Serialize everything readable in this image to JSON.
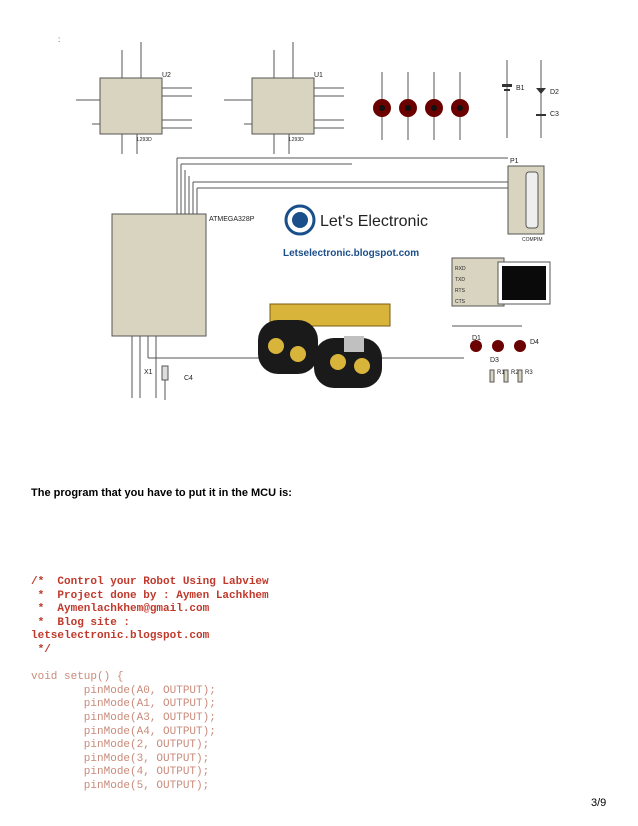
{
  "figure": {
    "chip_u2": "U2",
    "chip_u1": "U1",
    "chip_u2_part": "L293D",
    "chip_u1_part": "L293D",
    "mcu_name": "ATMEGA328P",
    "battery_label": "B1",
    "diode_label": "D2",
    "cap_label": "C3",
    "connector_label": "P1",
    "connector_part": "COMPIM",
    "crystal_label": "X1",
    "cap4_label": "C4",
    "led_labels": [
      "D1",
      "D3",
      "D4"
    ],
    "resistor_labels": [
      "R1",
      "R2",
      "R3"
    ],
    "terminal_labels": [
      "RXD",
      "TXD",
      "RTS",
      "CTS"
    ],
    "logo_text": "Let's Electronic",
    "blog_url": "Letselectronic.blogspot.com"
  },
  "lead_text": "The program that you have to put it in the MCU is:",
  "code": {
    "comment_lines": [
      "/*  Control your Robot Using Labview",
      " *  Project done by : Aymen Lachkhem",
      " *  Aymenlachkhem@gmail.com",
      " *  Blog site :",
      "letselectronic.blogspot.com",
      " */"
    ],
    "code_lines": [
      "void setup() {",
      "        pinMode(A0, OUTPUT);",
      "        pinMode(A1, OUTPUT);",
      "        pinMode(A3, OUTPUT);",
      "        pinMode(A4, OUTPUT);",
      "        pinMode(2, OUTPUT);",
      "        pinMode(3, OUTPUT);",
      "        pinMode(4, OUTPUT);",
      "        pinMode(5, OUTPUT);"
    ]
  },
  "page_number": "3/9",
  "colors": {
    "comment": "#c0392b",
    "code": "#c98a7a",
    "chip_fill": "#d9d4c0",
    "wire": "#555555",
    "logo_blue": "#1a4f8b",
    "motor_red": "#8b0000",
    "led_red": "#8b0000"
  }
}
